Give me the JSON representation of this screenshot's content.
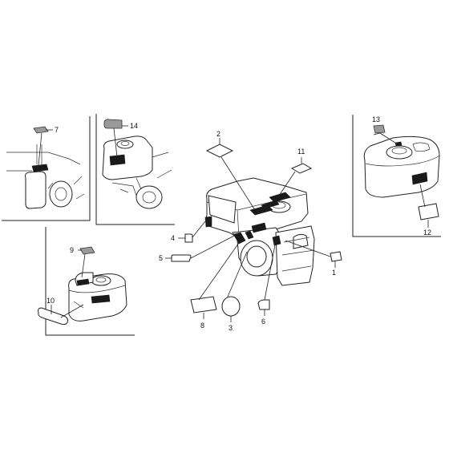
{
  "callouts": [
    {
      "id": "1",
      "text": "1"
    },
    {
      "id": "2",
      "text": "2"
    },
    {
      "id": "3",
      "text": "3"
    },
    {
      "id": "4",
      "text": "4"
    },
    {
      "id": "5",
      "text": "5"
    },
    {
      "id": "6",
      "text": "6"
    },
    {
      "id": "7",
      "text": "7"
    },
    {
      "id": "8",
      "text": "8"
    },
    {
      "id": "9",
      "text": "9"
    },
    {
      "id": "10",
      "text": "10"
    },
    {
      "id": "11",
      "text": "11"
    },
    {
      "id": "12",
      "text": "12"
    },
    {
      "id": "13",
      "text": "13"
    },
    {
      "id": "14",
      "text": "14"
    }
  ],
  "colors": {
    "line": "#222222",
    "label_fill": "#9a9a9a",
    "background": "#ffffff"
  }
}
